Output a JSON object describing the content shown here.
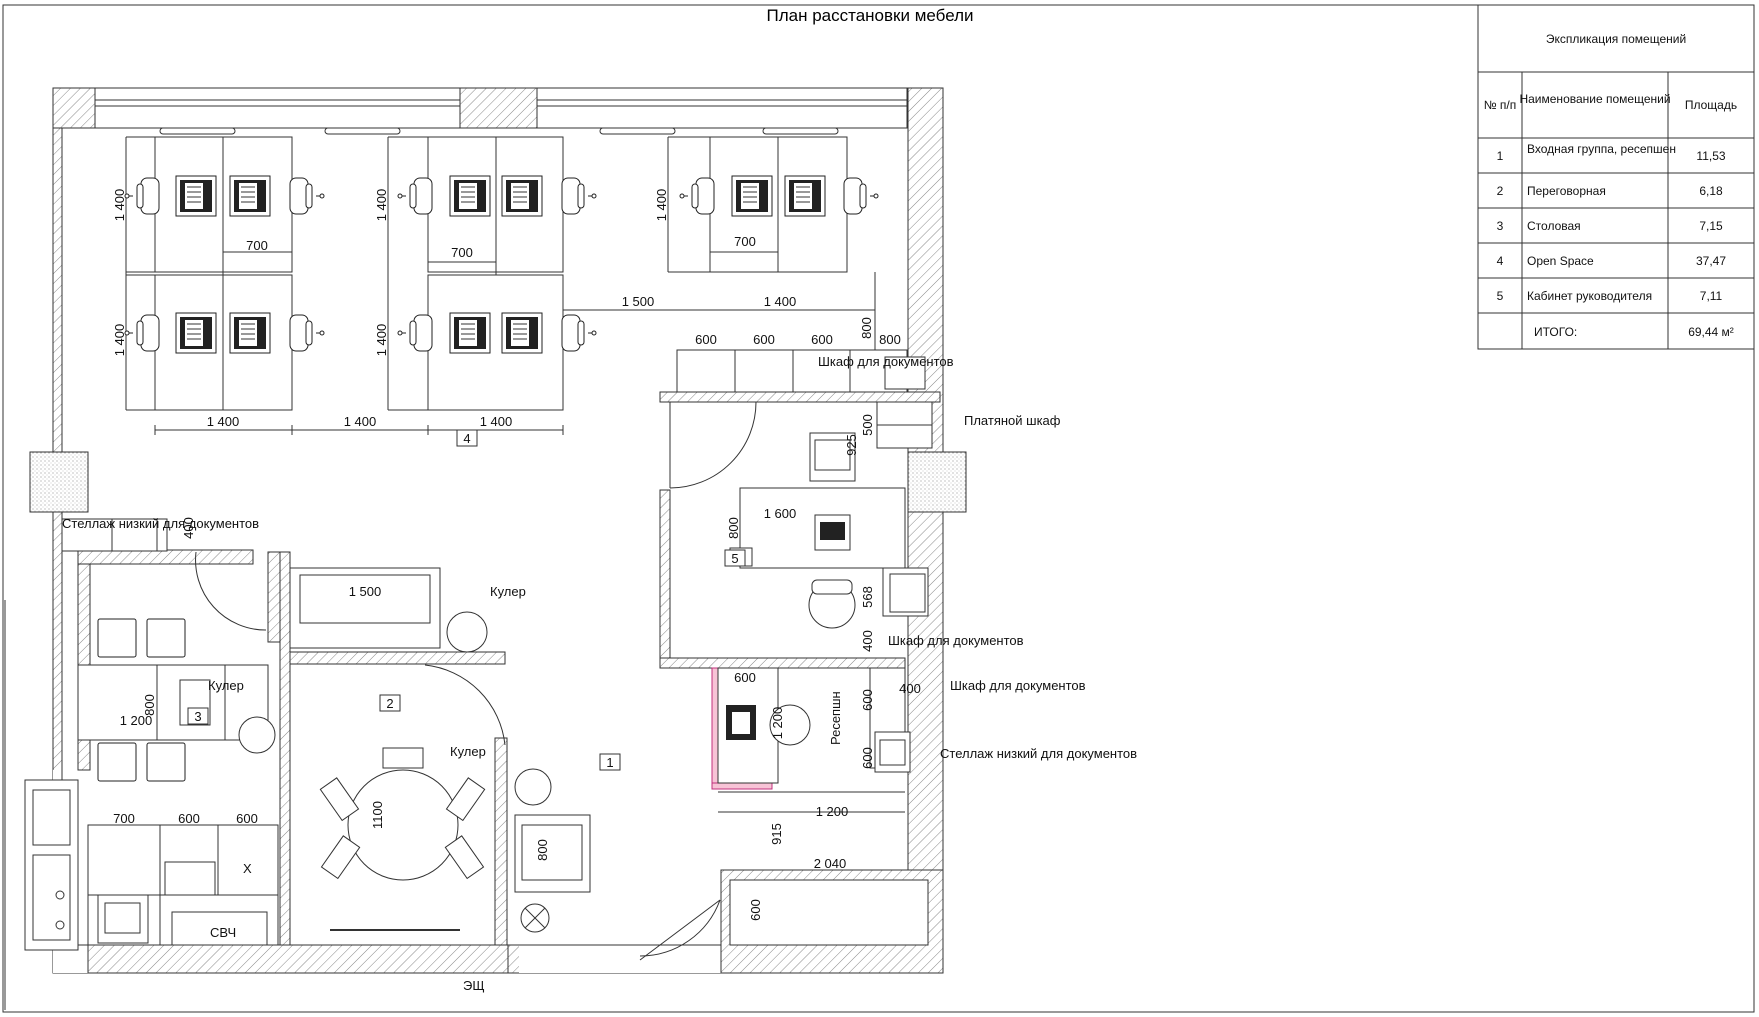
{
  "title": "План расстановки мебели",
  "labels": {
    "shelf_low_docs": "Стеллаж низкий для документов",
    "cooler": "Кулер",
    "microwave": "СВЧ",
    "panel": "ЭЩ",
    "cabinet_docs": "Шкаф для документов",
    "wardrobe": "Платяной шкаф",
    "reception": "Ресепшн",
    "x_mark": "Х"
  },
  "room_tags": [
    "1",
    "2",
    "3",
    "4",
    "5"
  ],
  "dimensions": {
    "d1400": "1 400",
    "d700": "700",
    "d1500": "1 500",
    "d600": "600",
    "d800": "800",
    "d500": "500",
    "d925": "925",
    "d1600": "1 600",
    "d568": "568",
    "d400": "400",
    "d1200": "1 200",
    "d1100": "1100",
    "d915": "915",
    "d2040": "2 040"
  },
  "explication": {
    "title": "Экспликация помещений",
    "headers": [
      "№ п/п",
      "Наименование помещений",
      "Площадь"
    ],
    "rows": [
      {
        "num": "1",
        "name": "Входная группа, ресепшен",
        "area": "11,53"
      },
      {
        "num": "2",
        "name": "Переговорная",
        "area": "6,18"
      },
      {
        "num": "3",
        "name": "Столовая",
        "area": "7,15"
      },
      {
        "num": "4",
        "name": "Open Space",
        "area": "37,47"
      },
      {
        "num": "5",
        "name": "Кабинет руководителя",
        "area": "7,11"
      }
    ],
    "total_label": "ИТОГО:",
    "total_value": "69,44 м²"
  }
}
